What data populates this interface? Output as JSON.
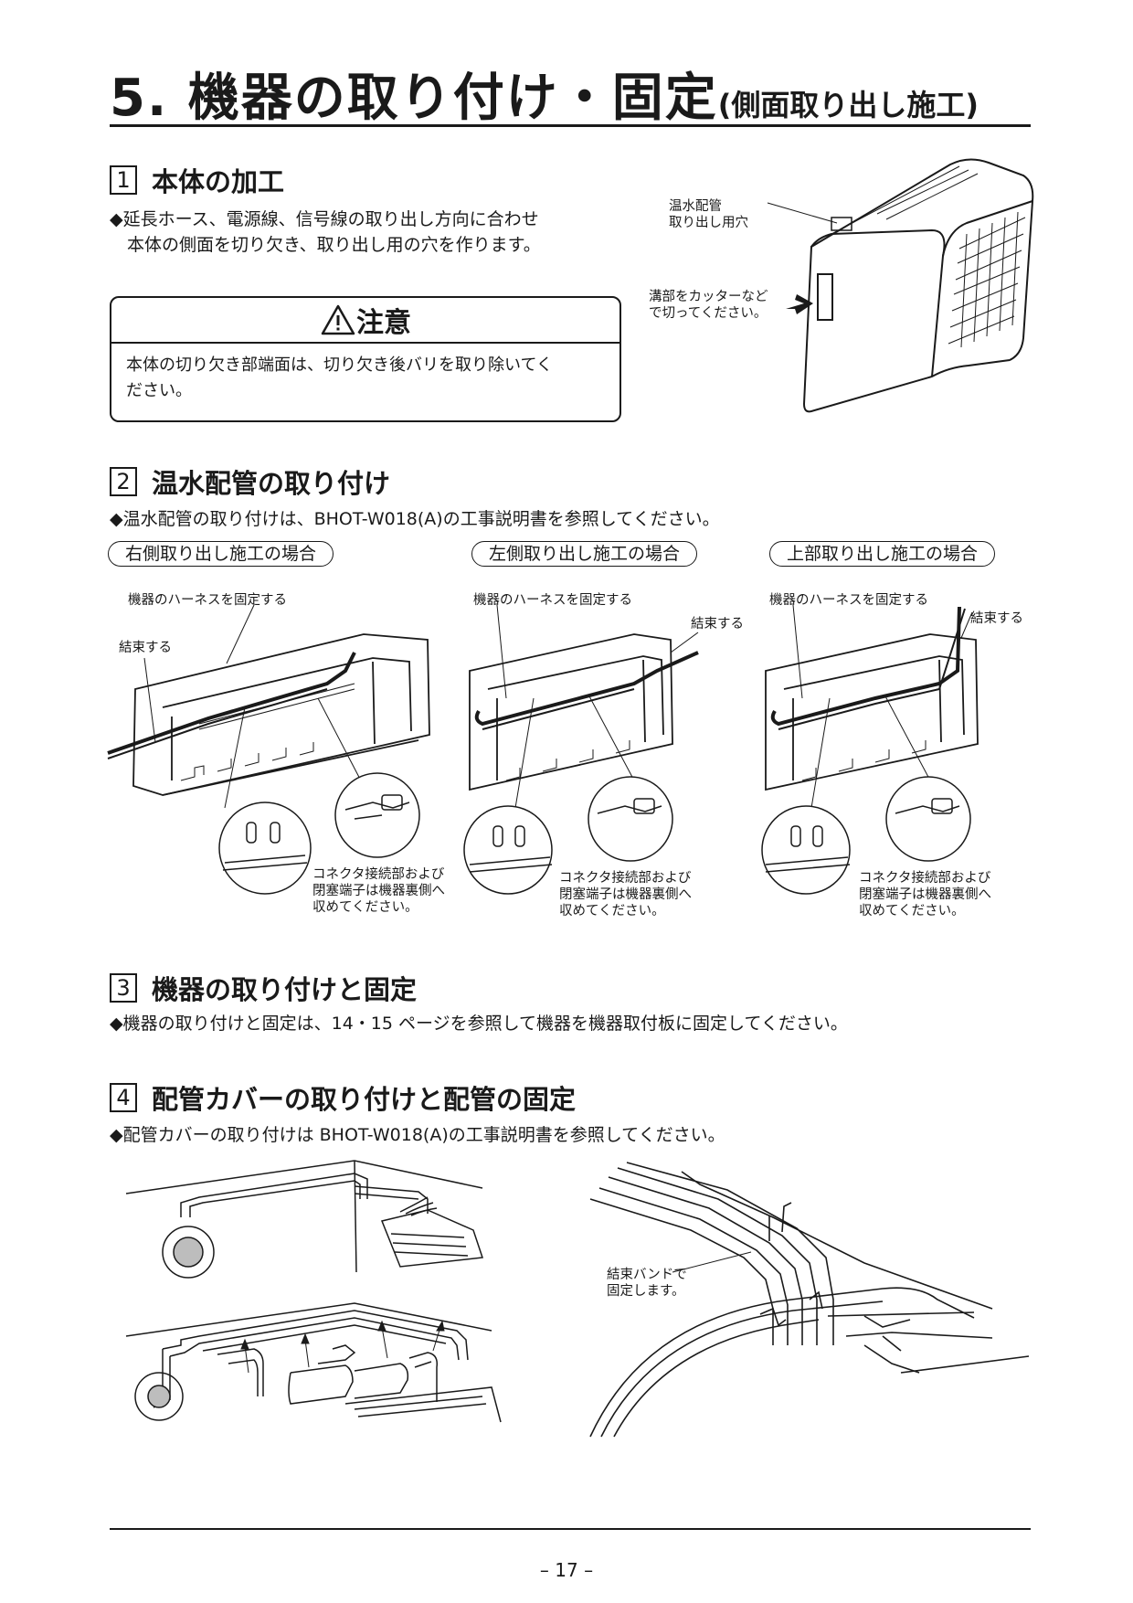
{
  "page": {
    "title": "5. 機器の取り付け・固定",
    "title_sub": "(側面取り出し施工)",
    "page_number": "– 17 –"
  },
  "section1": {
    "number": "1",
    "heading": "本体の加工",
    "text_line1": "◆延長ホース、電源線、信号線の取り出し方向に合わせ",
    "text_line2": "本体の側面を切り欠き、取り出し用の穴を作ります。",
    "caution_title": "注意",
    "caution_line1": "本体の切り欠き部端面は、切り欠き後バリを取り除いてく",
    "caution_line2": "ださい。",
    "fig_label_hole_1": "温水配管",
    "fig_label_hole_2": "取り出し用穴",
    "fig_label_cut_1": "溝部をカッターなど",
    "fig_label_cut_2": "で切ってください。"
  },
  "section2": {
    "number": "2",
    "heading": "温水配管の取り付け",
    "text": "◆温水配管の取り付けは、BHOT-W018(A)の工事説明書を参照してください。",
    "cases": [
      {
        "title": "右側取り出し施工の場合",
        "label_harness": "機器のハーネスを固定する",
        "label_bind": "結束する",
        "note_line1": "コネクタ接続部および",
        "note_line2": "閉塞端子は機器裏側へ",
        "note_line3": "収めてください。"
      },
      {
        "title": "左側取り出し施工の場合",
        "label_harness": "機器のハーネスを固定する",
        "label_bind": "結束する",
        "note_line1": "コネクタ接続部および",
        "note_line2": "閉塞端子は機器裏側へ",
        "note_line3": "収めてください。"
      },
      {
        "title": "上部取り出し施工の場合",
        "label_harness": "機器のハーネスを固定する",
        "label_bind": "結束する",
        "note_line1": "コネクタ接続部および",
        "note_line2": "閉塞端子は機器裏側へ",
        "note_line3": "収めてください。"
      }
    ]
  },
  "section3": {
    "number": "3",
    "heading": "機器の取り付けと固定",
    "text": "◆機器の取り付けと固定は、14・15 ページを参照して機器を機器取付板に固定してください。"
  },
  "section4": {
    "number": "4",
    "heading": "配管カバーの取り付けと配管の固定",
    "text": "◆配管カバーの取り付けは BHOT-W018(A)の工事説明書を参照してください。",
    "fig_label_1": "結束バンドで",
    "fig_label_2": "固定します。"
  },
  "icons": {
    "warning": "warning-triangle-icon",
    "diamond": "diamond-bullet"
  },
  "colors": {
    "ink": "#1a1a1a",
    "hole_fill": "#bdbdbd"
  }
}
